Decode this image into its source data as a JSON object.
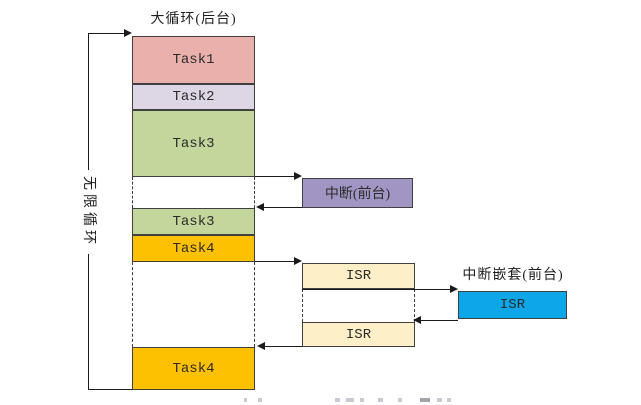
{
  "diagram": {
    "title": "大循环(后台)",
    "infinite_loop_label": "无限循环",
    "nested_interrupt_label": "中断嵌套(前台)",
    "tasks": [
      {
        "label": "Task1",
        "color": "#e9b0ac"
      },
      {
        "label": "Task2",
        "color": "#dcd6e5"
      },
      {
        "label": "Task3",
        "color": "#c3d69b"
      },
      {
        "label": "Task3",
        "color": "#c3d69b"
      },
      {
        "label": "Task4",
        "color": "#fec101"
      },
      {
        "label": "Task4",
        "color": "#fec101"
      }
    ],
    "interrupt_box": {
      "label": "中断(前台)",
      "color": "#a195c4"
    },
    "isr_boxes": [
      {
        "label": "ISR",
        "color": "#fdefc7"
      },
      {
        "label": "ISR",
        "color": "#fdefc7"
      }
    ],
    "nested_isr_box": {
      "label": "ISR",
      "color": "#0ca6e9"
    },
    "line_color": "#1b1b1b",
    "border_color": "#404040"
  }
}
